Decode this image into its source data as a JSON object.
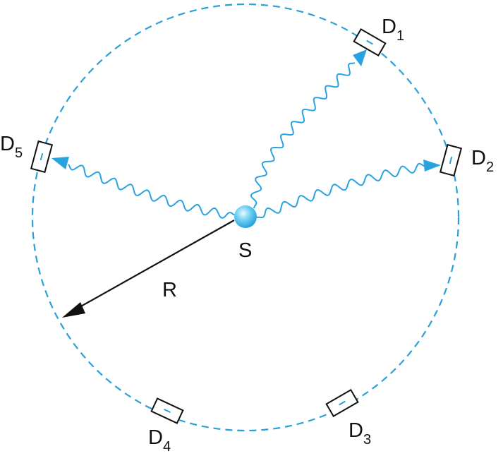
{
  "diagram": {
    "source_label": "S",
    "radius_label": "R",
    "detectors": [
      {
        "id": "D1",
        "main": "D",
        "sub": "1"
      },
      {
        "id": "D2",
        "main": "D",
        "sub": "2"
      },
      {
        "id": "D3",
        "main": "D",
        "sub": "3"
      },
      {
        "id": "D4",
        "main": "D",
        "sub": "4"
      },
      {
        "id": "D5",
        "main": "D",
        "sub": "5"
      }
    ],
    "colors": {
      "circle": "#2a9fd8",
      "wave": "#29a3e0",
      "source": "#5cc8f0",
      "detector_stroke": "#111111",
      "radius_arrow": "#111111"
    }
  }
}
